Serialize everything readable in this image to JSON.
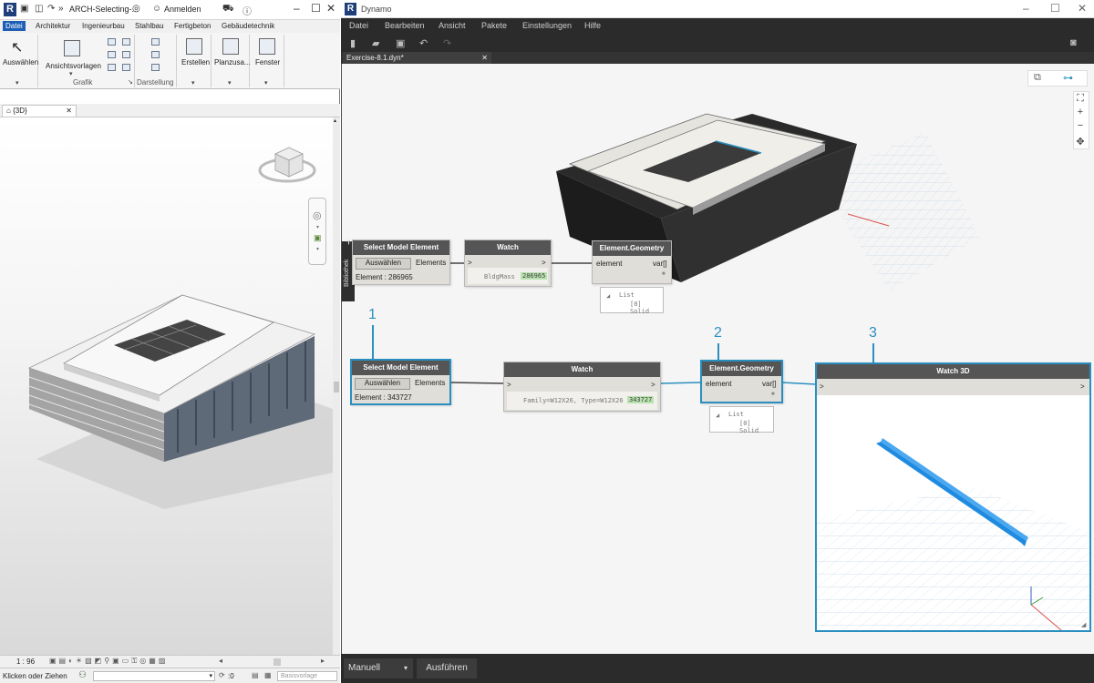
{
  "revit": {
    "title": "ARCH-Selecting-...",
    "sign_in": "Anmelden",
    "tabs": [
      "Datei",
      "Architektur",
      "Ingenieurbau",
      "Stahlbau",
      "Fertigbeton",
      "Gebäudetechnik"
    ],
    "ribbon": {
      "select_label": "Auswählen",
      "view_templates_label": "Ansichtsvorlagen",
      "graphics_group": "Grafik",
      "display_group": "Darstellung",
      "create_label": "Erstellen",
      "sheet_label": "Planzusa...",
      "window_label": "Fenster"
    },
    "view_tab": "{3D}",
    "scale": "1 : 96",
    "status_text": "Klicken oder Ziehen",
    "status_value": ":0",
    "base_template": "Basisvorlage"
  },
  "dynamo": {
    "title": "Dynamo",
    "menu": [
      "Datei",
      "Bearbeiten",
      "Ansicht",
      "Pakete",
      "Einstellungen",
      "Hilfe"
    ],
    "file_tab": "Exercise-8.1.dyn*",
    "library_label": "Bibliothek",
    "nodes_top": {
      "select": {
        "title": "Select Model Element",
        "button": "Auswählen",
        "port": "Elements",
        "element": "Element : 286965"
      },
      "watch": {
        "title": "Watch",
        "in": ">",
        "out": ">",
        "value": "BldgMass",
        "id": "286965"
      },
      "geometry": {
        "title": "Element.Geometry",
        "in": "element",
        "out": "var[]"
      },
      "preview": {
        "list": "List",
        "item": "[0] Solid"
      }
    },
    "nodes_bottom": {
      "select": {
        "title": "Select Model Element",
        "button": "Auswählen",
        "port": "Elements",
        "element": "Element : 343727"
      },
      "watch": {
        "title": "Watch",
        "in": ">",
        "out": ">",
        "value": "Family=W12X26, Type=W12X26",
        "id": "343727"
      },
      "geometry": {
        "title": "Element.Geometry",
        "in": "element",
        "out": "var[]"
      },
      "preview": {
        "list": "List",
        "item": "[0] Solid"
      },
      "watch3d": {
        "title": "Watch 3D",
        "in": ">",
        "out": ">"
      }
    },
    "callouts": [
      "1",
      "2",
      "3"
    ],
    "run_mode": "Manuell",
    "run_button": "Ausführen",
    "accent_color": "#2a8fc0"
  }
}
